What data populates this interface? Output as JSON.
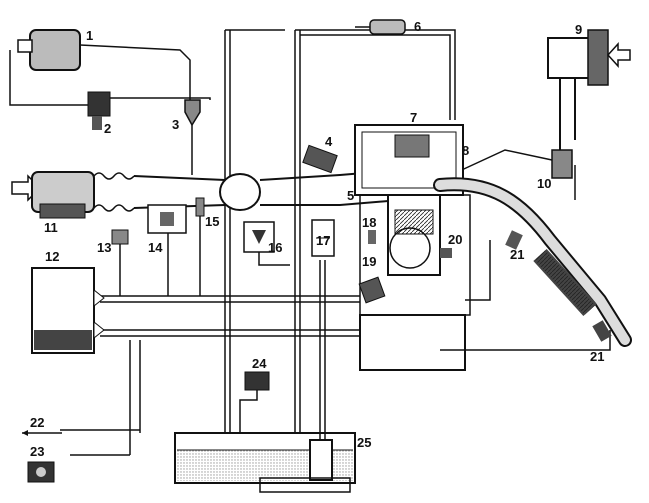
{
  "labels": [
    "1",
    "2",
    "3",
    "4",
    "5",
    "6",
    "7",
    "8",
    "9",
    "10",
    "11",
    "12",
    "13",
    "14",
    "15",
    "16",
    "17",
    "18",
    "19",
    "20",
    "21",
    "21",
    "22",
    "23",
    "24",
    "25"
  ]
}
